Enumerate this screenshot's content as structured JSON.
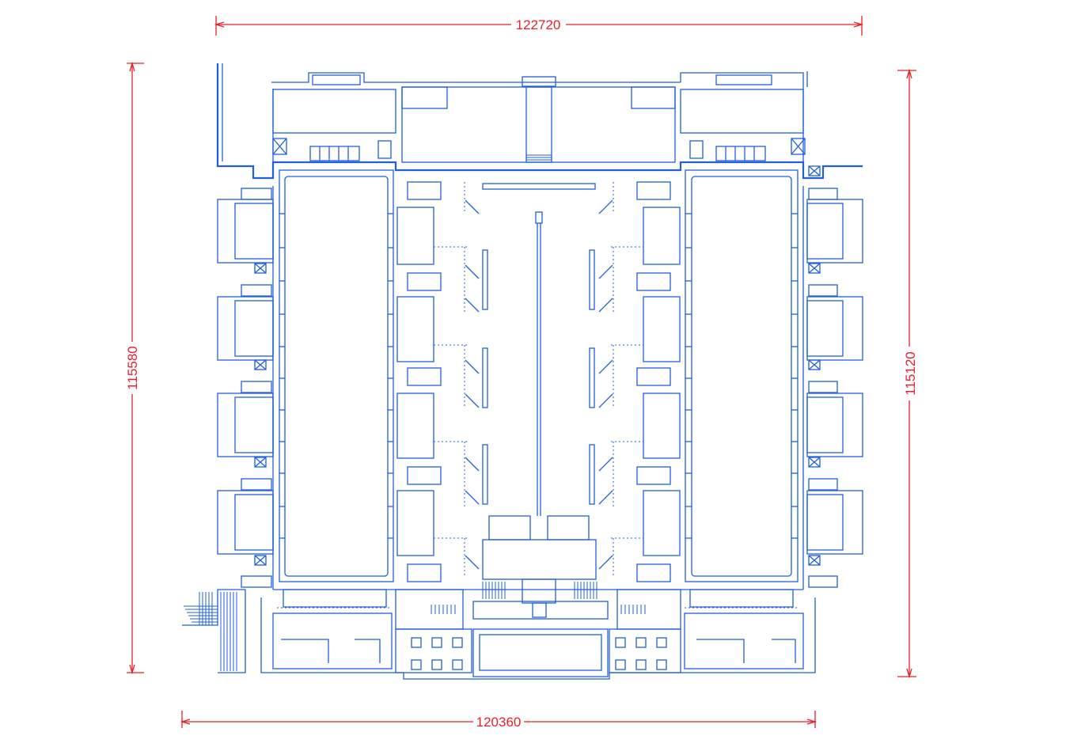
{
  "dimensions": {
    "top": "122720",
    "bottom": "120360",
    "left": "115580",
    "right": "115120"
  },
  "colors": {
    "dimension": "#e8202a",
    "plan_lines": "#1f5fe0",
    "background": "#ffffff"
  }
}
